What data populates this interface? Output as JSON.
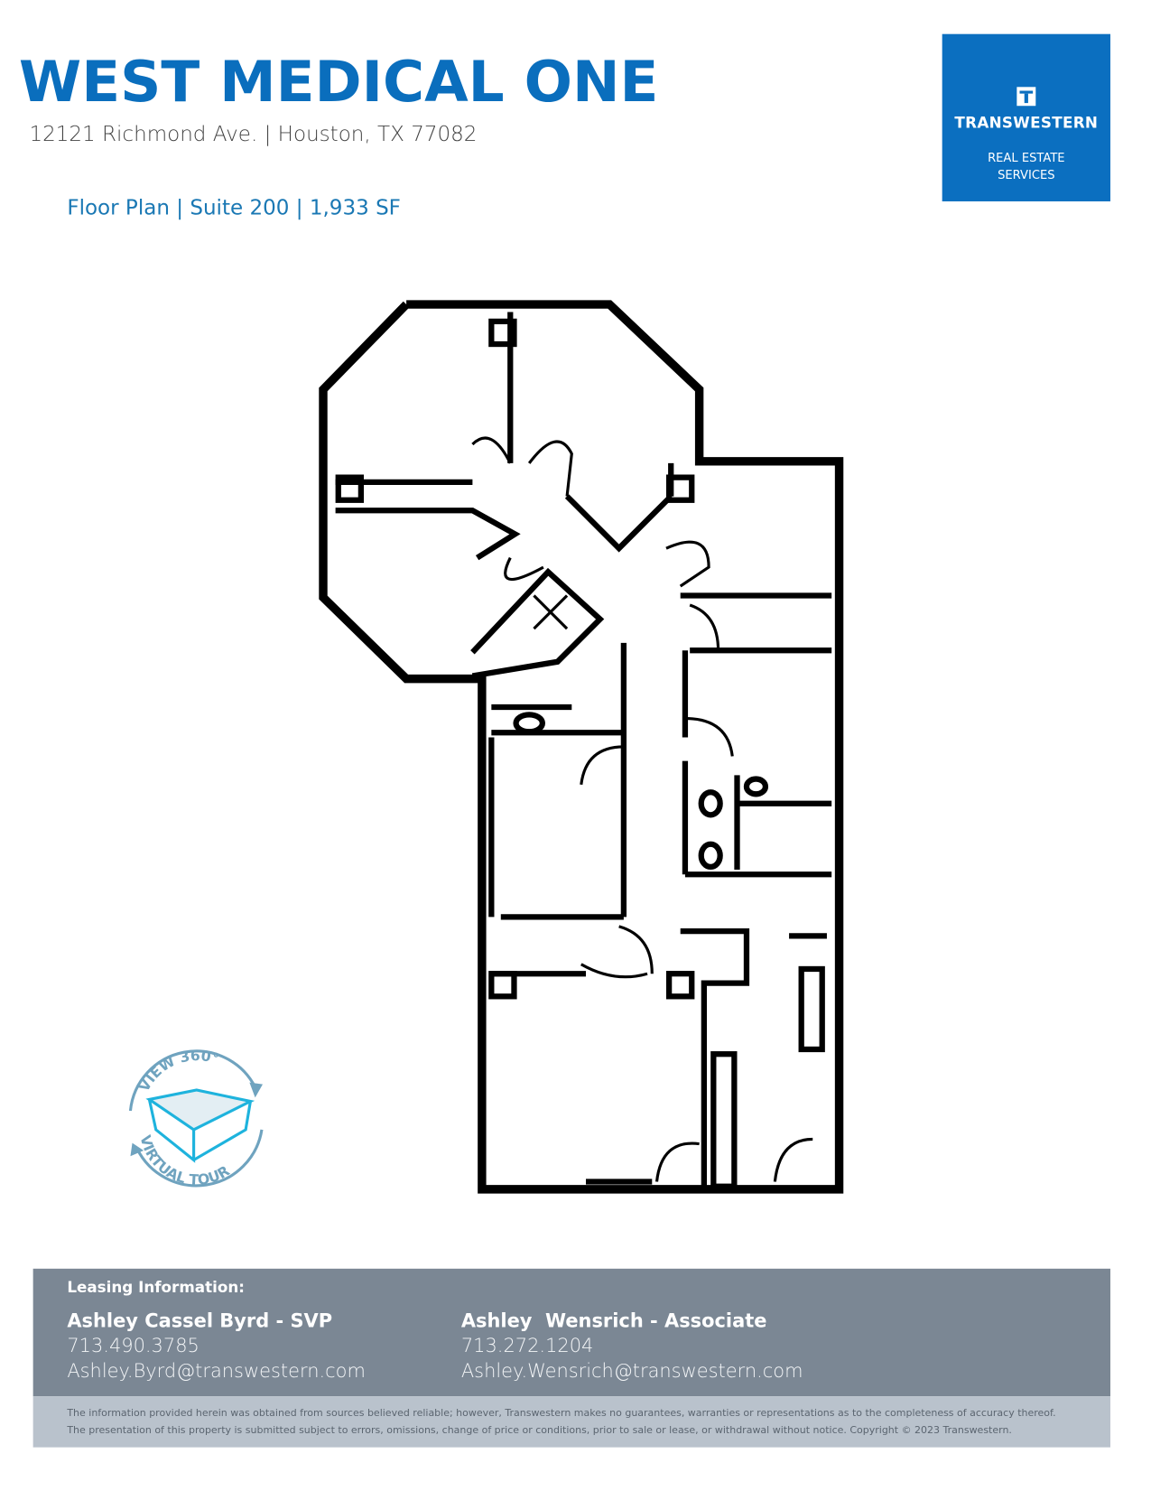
{
  "header": {
    "title": "WEST MEDICAL ONE",
    "address": "12121 Richmond Ave. | Houston, TX 77082",
    "subtitle": "Floor Plan | Suite 200 | 1,933 SF"
  },
  "logo": {
    "brand": "TRANSWESTERN",
    "tagline_1": "REAL ESTATE",
    "tagline_2": "SERVICES",
    "color": "#0b6fc0"
  },
  "badge": {
    "top_text": "VIEW 360°",
    "bottom_text": "VIRTUAL TOUR",
    "color": "#6fa3bf",
    "accent": "#1eb3dd"
  },
  "footer": {
    "lead": "Leasing Information:",
    "contacts": [
      {
        "name": "Ashley Cassel Byrd - SVP",
        "phone": "713.490.3785",
        "email": "Ashley.Byrd@transwestern.com"
      },
      {
        "name": "Ashley  Wensrich - Associate",
        "phone": "713.272.1204",
        "email": "Ashley.Wensrich@transwestern.com"
      }
    ],
    "disclaimer_1": "The information provided herein was obtained from sources believed reliable; however, Transwestern makes no guarantees, warranties or representations as to the completeness of accuracy thereof.",
    "disclaimer_2": "The presentation of this property is submitted subject to errors, omissions, change of price or conditions, prior to sale or lease, or withdrawal without notice. Copyright © 2023 Transwestern.",
    "bg_color": "#7b8794",
    "disclaimer_bg": "#b9c2cc"
  }
}
